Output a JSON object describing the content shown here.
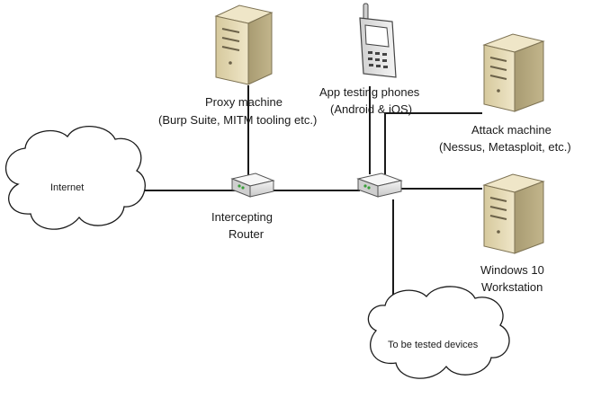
{
  "nodes": {
    "internet": {
      "label": "Internet"
    },
    "intercepting_router": {
      "label_line1": "Intercepting",
      "label_line2": "Router"
    },
    "proxy_machine": {
      "label_line1": "Proxy machine",
      "label_line2": "(Burp Suite, MITM tooling etc.)"
    },
    "app_testing_phones": {
      "label_line1": "App testing phones",
      "label_line2": "(Android & iOS)"
    },
    "attack_machine": {
      "label_line1": "Attack machine",
      "label_line2": "(Nessus, Metasploit, etc.)"
    },
    "windows_workstation": {
      "label_line1": "Windows 10",
      "label_line2": "Workstation"
    },
    "tested_devices": {
      "label": "To be tested devices"
    },
    "switch": {
      "label": ""
    }
  },
  "colors": {
    "server_body": "#e4d9b6",
    "server_side": "#b3a77f",
    "server_front": "#c8bb8e",
    "router_body": "#eaeaea",
    "router_led": "#3a9e3a",
    "line": "#1a1a1a"
  }
}
